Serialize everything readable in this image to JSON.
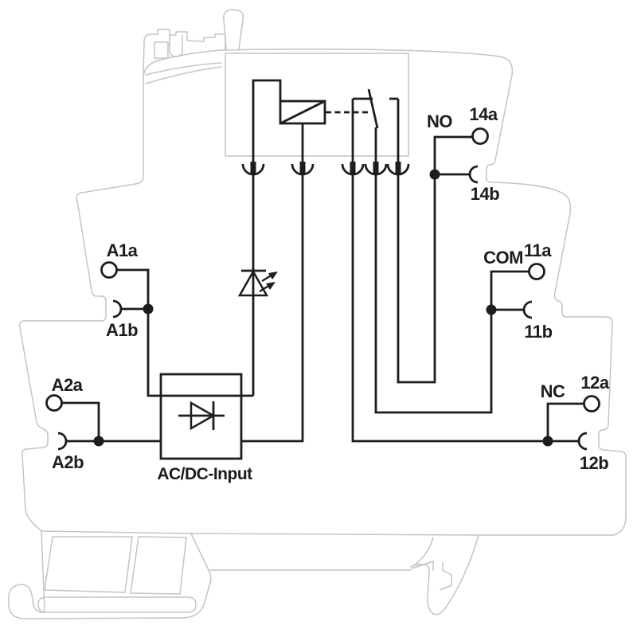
{
  "colors": {
    "background": "#ffffff",
    "housing_outline": "#c4c4c4",
    "circuit": "#1d1d1d"
  },
  "labels": {
    "no": "NO",
    "t14a": "14a",
    "t14b": "14b",
    "a1a": "A1a",
    "a1b": "A1b",
    "com": "COM",
    "t11a": "11a",
    "t11b": "11b",
    "a2a": "A2a",
    "a2b": "A2b",
    "nc": "NC",
    "t12a": "12a",
    "t12b": "12b",
    "input_block": "AC/DC-Input"
  },
  "components": {
    "housing": "din-rail-relay-module-housing",
    "relay_box": "relay-compartment",
    "coil": "relay-coil-symbol",
    "contact": "changeover-contact-symbol",
    "led": "led-indicator-symbol",
    "rectifier": "acdc-input-rectifier-symbol",
    "connectors": "plug-in-connection-symbols"
  }
}
